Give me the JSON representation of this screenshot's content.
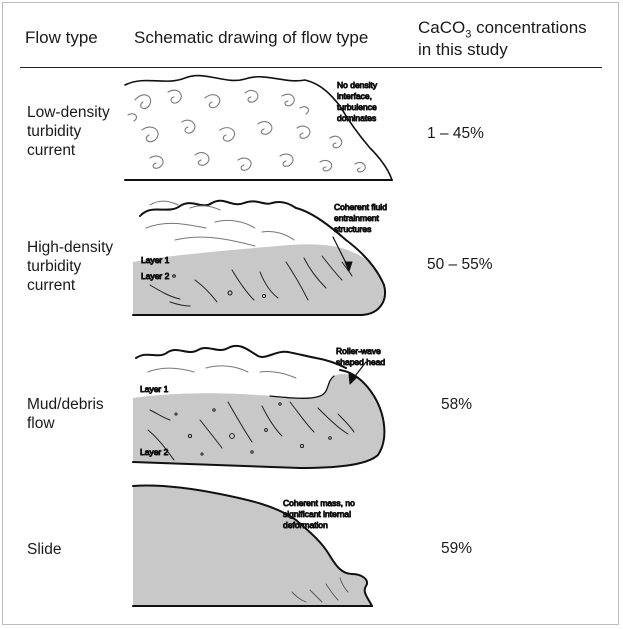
{
  "header": {
    "flow_type": "Flow type",
    "schematic": "Schematic drawing of flow type",
    "caco3_prefix": "CaCO",
    "caco3_sub": "3",
    "caco3_suffix": " concentrations",
    "caco3_line2": "in this study"
  },
  "rows": [
    {
      "type_lines": [
        "Low-density",
        "turbidity",
        "current"
      ],
      "concentration": "1 – 45%",
      "annotation": [
        "No density",
        "interface,",
        "turbulence",
        "dominates"
      ]
    },
    {
      "type_lines": [
        "High-density",
        "turbidity",
        "current"
      ],
      "concentration": "50 – 55%",
      "annotation": [
        "Coherent fluid",
        "entrainment",
        "structures"
      ],
      "layer_labels": [
        "Layer 1",
        "Layer 2"
      ]
    },
    {
      "type_lines": [
        "Mud/debris",
        "flow"
      ],
      "concentration": "58%",
      "annotation": [
        "Roller-wave",
        "shaped head"
      ],
      "layer_labels": [
        "Layer 1",
        "Layer 2"
      ]
    },
    {
      "type_lines": [
        "Slide"
      ],
      "concentration": "59%",
      "annotation": [
        "Coherent mass, no",
        "significant internal",
        "deformation"
      ]
    }
  ],
  "colors": {
    "sediment_fill": "#c8c8c8",
    "line": "#111111",
    "frame": "#bdbdbd"
  }
}
